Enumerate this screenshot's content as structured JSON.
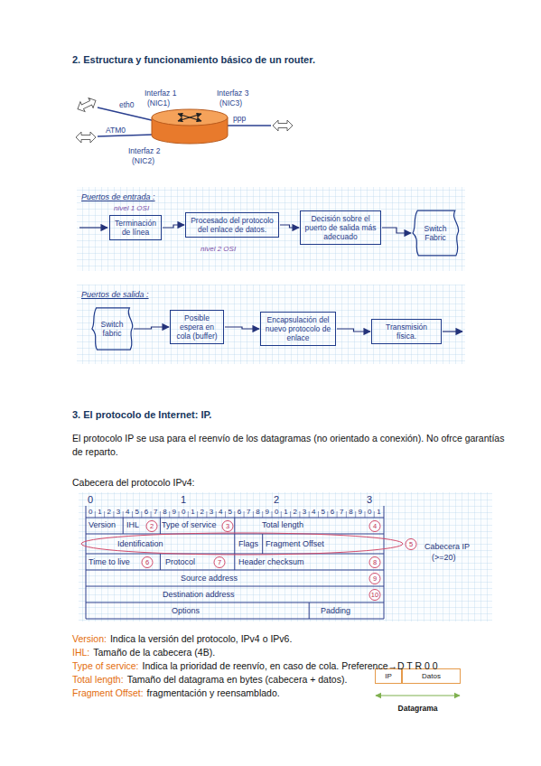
{
  "diagram": {
    "nodes": [
      {
        "text": [
          "Puertos de entrada :"
        ]
      },
      {
        "text": [
          "Terminación de línea"
        ],
        "in": 0
      },
      {
        "text": [
          "Procesado del protocolo del enlace de datos."
        ],
        "in": 0
      },
      {
        "text": [
          "Decisión sobre el puerto de salida más adecuado"
        ],
        "in": 0
      },
      {
        "text": [
          "Switch Fabric"
        ],
        "in": 0
      },
      {
        "text": [
          "Puertos de salida :"
        ]
      },
      {
        "text": [
          "Switch fabric"
        ],
        "in": 5
      },
      {
        "text": [
          "Posible espera en cola (buffer)"
        ],
        "in": 5
      },
      {
        "text": [
          "Encapsulación del nuevo protocolo de enlace"
        ],
        "in": 5
      },
      {
        "text": [
          "Transmisión física."
        ],
        "in": 5
      },
      {
        "text": [
          "IP"
        ]
      },
      {
        "text": [
          "Datos"
        ]
      }
    ],
    "edges": [
      {
        "from": 1,
        "to": 2,
        "arrow": "to"
      },
      {
        "from": 2,
        "to": 3,
        "arrow": "to"
      },
      {
        "from": 3,
        "to": 4,
        "arrow": "to"
      },
      {
        "from": 6,
        "to": 7,
        "arrow": "to"
      },
      {
        "from": 7,
        "to": 8,
        "arrow": "to"
      },
      {
        "from": 8,
        "to": 9,
        "arrow": "to"
      }
    ],
    "labels": [
      "2. Estructura y funcionamiento básico de un router.",
      "Interfaz 1",
      "(NIC1)",
      "eth0",
      "Interfaz 3",
      "(NIC3)",
      "ppp",
      "ATM0",
      "Interfaz 2",
      "(NIC2)",
      "nivel 1 OSI",
      "nivel 2 OSI",
      "3. El protocolo de Internet: IP.",
      "El protocolo IP se usa para el reenvío de los datagramas (no orientado a conexión). No ofrce garantías de reparto.",
      "Cabecera del protocolo IPv4:",
      "0",
      "1",
      "2",
      "3",
      "0",
      "1",
      "2",
      "3",
      "4",
      "5",
      "6",
      "7",
      "8",
      "9",
      "0",
      "1",
      "2",
      "3",
      "4",
      "5",
      "6",
      "7",
      "8",
      "9",
      "0",
      "1",
      "2",
      "3",
      "4",
      "5",
      "6",
      "7",
      "8",
      "9",
      "0",
      "1",
      "Version",
      "IHL",
      "2",
      "Type of service",
      "3",
      "Total length",
      "4",
      "Identification",
      "Flags",
      "Fragment Offset",
      "5",
      "Time to live",
      "6",
      "Protocol",
      "7",
      "Header checksum",
      "8",
      "Source address",
      "9",
      "Destination address",
      "10",
      "Options",
      "Padding",
      "Cabecera IP",
      "(>=20)",
      "Version:",
      "Indica la versión del protocolo, IPv4 o IPv6.",
      "IHL:",
      "Tamaño de la cabecera (4B).",
      "Type of service:",
      "Indica la prioridad de reenvío, en caso de cola. Preference→D T R 0 0",
      "Total length:",
      "Tamaño del datagrama en bytes (cabecera + datos).",
      "Fragment Offset:",
      "fragmentación y reensamblado.",
      "Datagrama"
    ]
  }
}
